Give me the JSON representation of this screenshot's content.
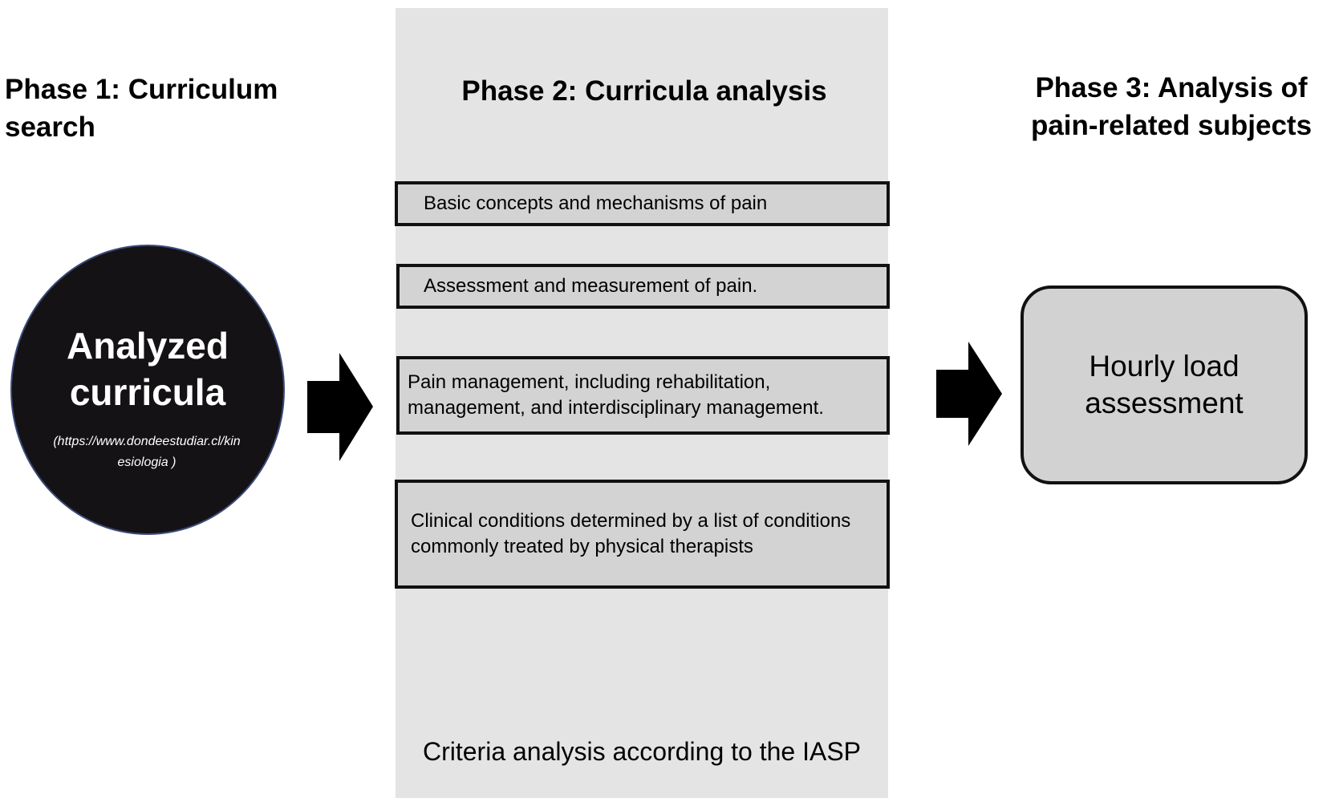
{
  "phases": {
    "phase1": "Phase 1: Curriculum search",
    "phase2": "Phase 2: Curricula analysis",
    "phase3": "Phase 3: Analysis of pain-related subjects"
  },
  "circle": {
    "title": "Analyzed curricula",
    "url": "(https://www.dondeestudiar.cl/kinesiologia )"
  },
  "criteria": [
    "Basic concepts and mechanisms of pain",
    "Assessment and measurement of pain.",
    "Pain management, including rehabilitation, management, and interdisciplinary management.",
    "Clinical conditions determined by a list of conditions commonly treated by physical therapists"
  ],
  "band_caption": "Criteria analysis according to the IASP",
  "result": {
    "label": "Hourly load assessment"
  },
  "colors": {
    "band": "#e5e4e5",
    "box_fill": "#d4d3d4",
    "circle_fill": "#141214",
    "arrow": "#000000"
  }
}
